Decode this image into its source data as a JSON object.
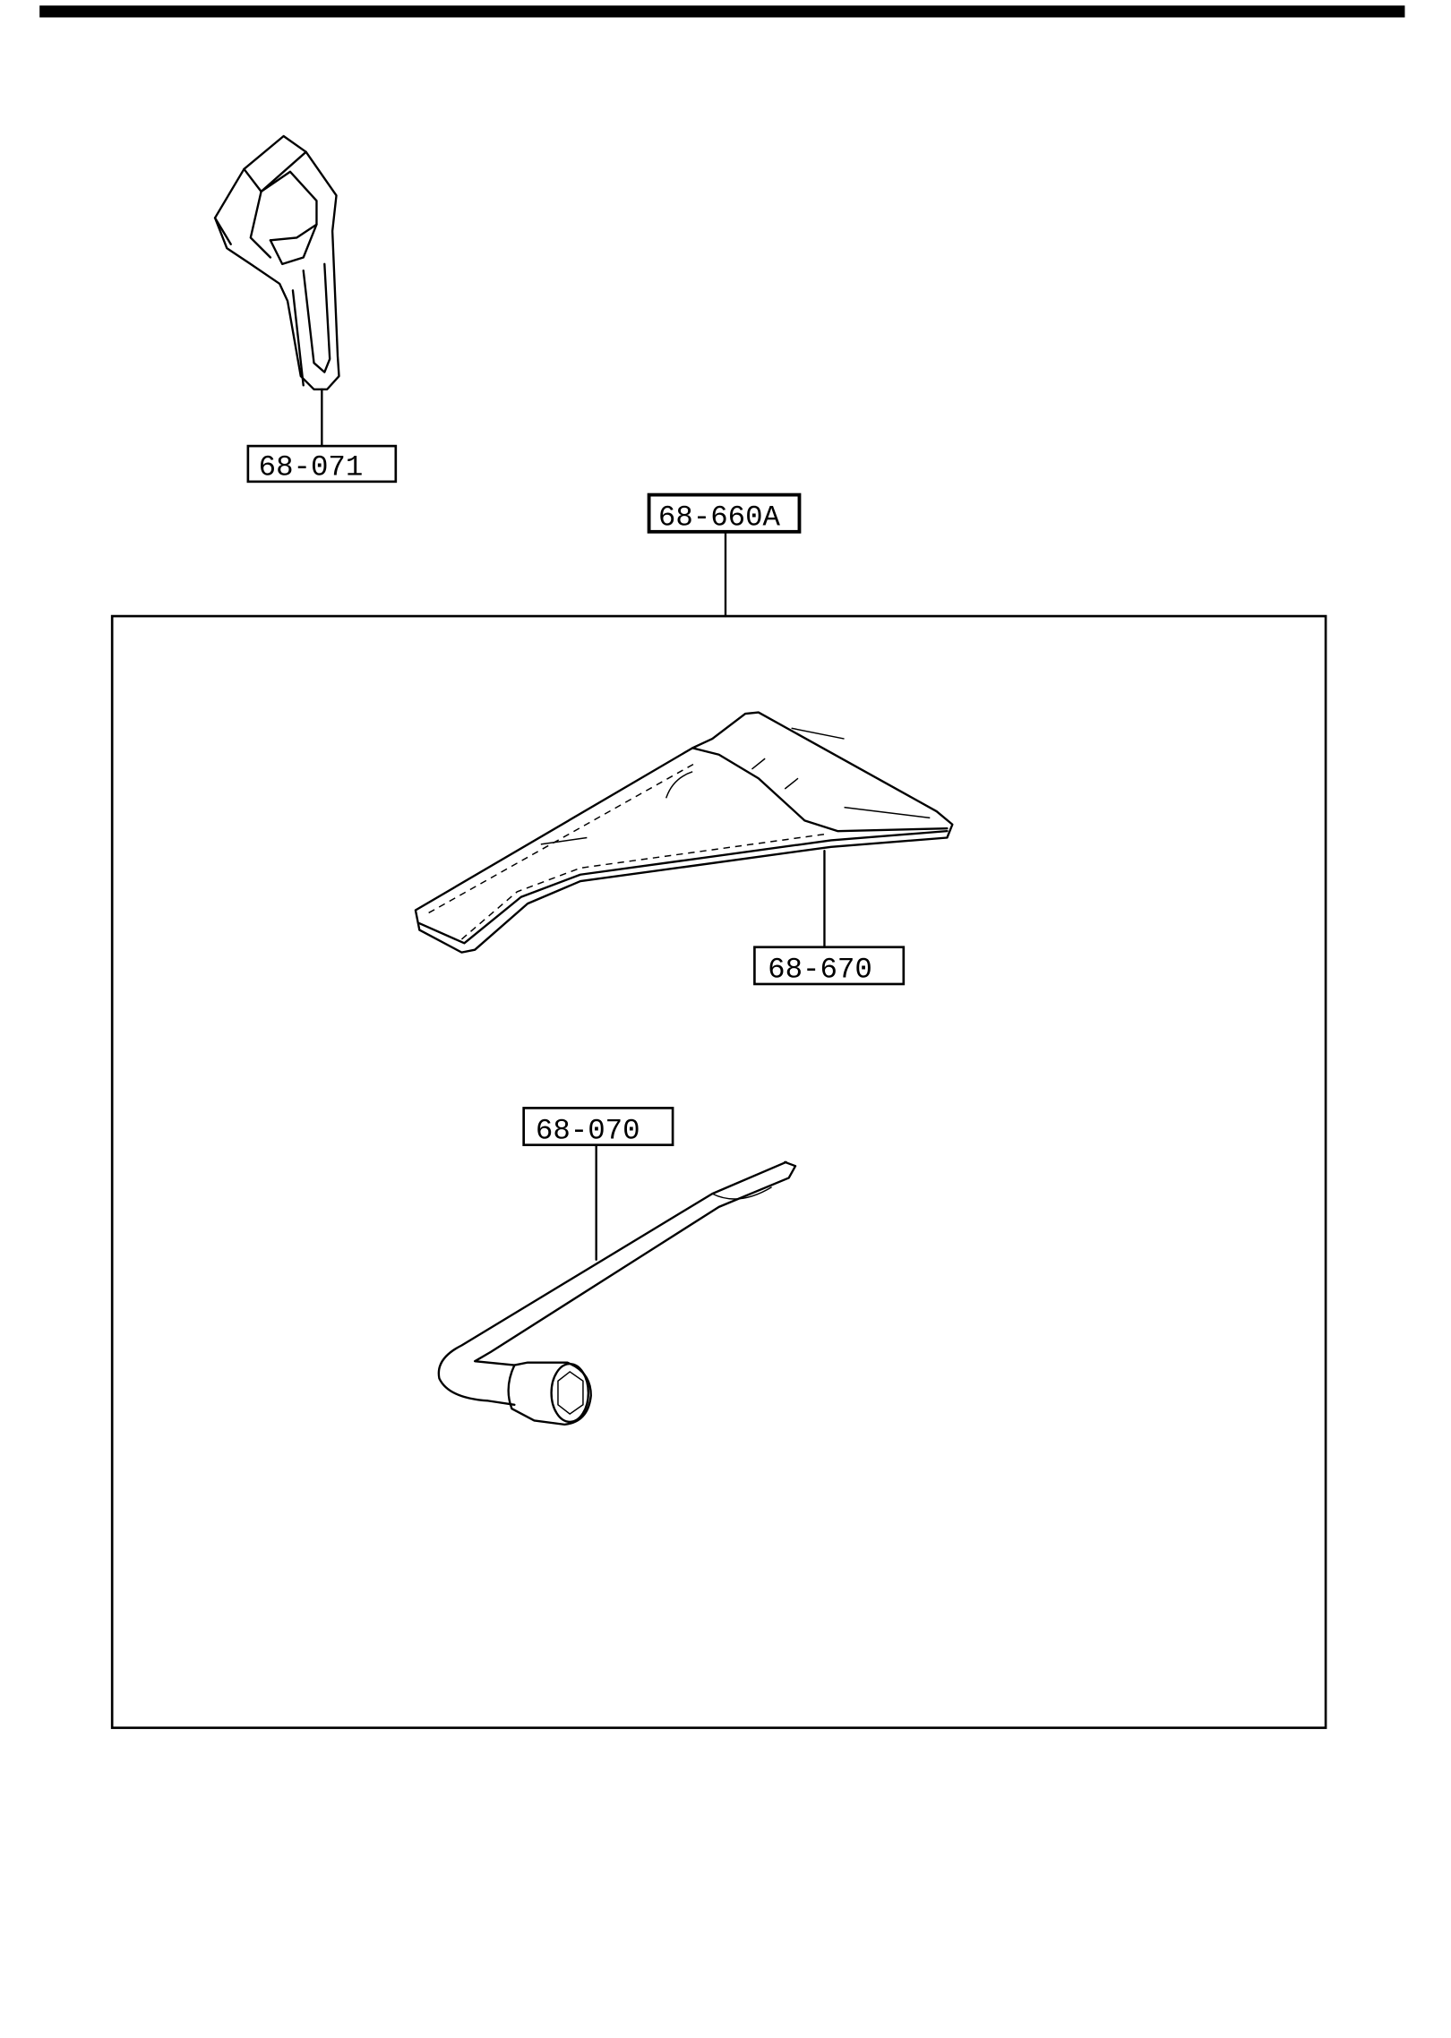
{
  "diagram": {
    "parts": [
      {
        "part_number": "68-071"
      },
      {
        "part_number": "68-660A"
      },
      {
        "part_number": "68-670"
      },
      {
        "part_number": "68-070"
      }
    ]
  }
}
